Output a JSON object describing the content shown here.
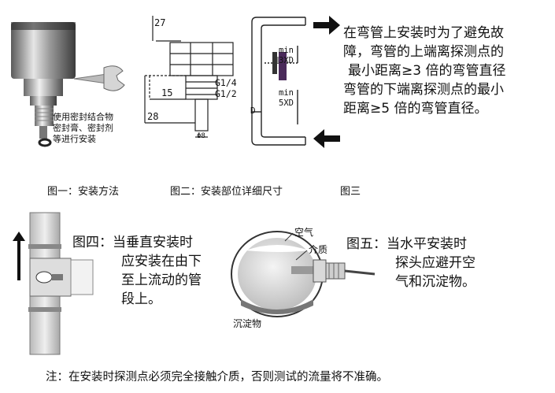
{
  "fig1": {
    "note_lines": [
      "使用密封结合物",
      "密封膏、密封剂",
      "等进行安装"
    ],
    "caption": "图一：安装方法"
  },
  "fig2": {
    "dim_top": "27",
    "dim_15": "15",
    "dim_28": "28",
    "thread_1": "G1/4",
    "thread_2": "G1/2",
    "dim_d": "Φ8",
    "caption": "图二：安装部位详细尺寸"
  },
  "fig3": {
    "min_top_1": "min",
    "min_top_2": "3XD",
    "min_bot_1": "min",
    "min_bot_2": "5XD",
    "d_label": "D",
    "caption": "图三",
    "desc_lines": [
      "在弯管上安装时为了避免故",
      "障，弯管的上端离探测点的",
      "最小距离≥3 倍的弯管直径",
      "弯管的下端离探测点的最小",
      "距离≥5 倍的弯管直径。"
    ]
  },
  "fig4": {
    "text_lines": [
      "图四：当垂直安装时",
      "应安装在由下",
      "至上流动的管",
      "段上。"
    ]
  },
  "fig5": {
    "label_air": "空气",
    "label_medium": "介质",
    "label_sediment": "沉淀物",
    "text_lines": [
      "图五：当水平安装时",
      "探头应避开空",
      "气和沉淀物。"
    ]
  },
  "note": "注：在安装时探测点必须完全接触介质，否则测试的流量将不准确。"
}
